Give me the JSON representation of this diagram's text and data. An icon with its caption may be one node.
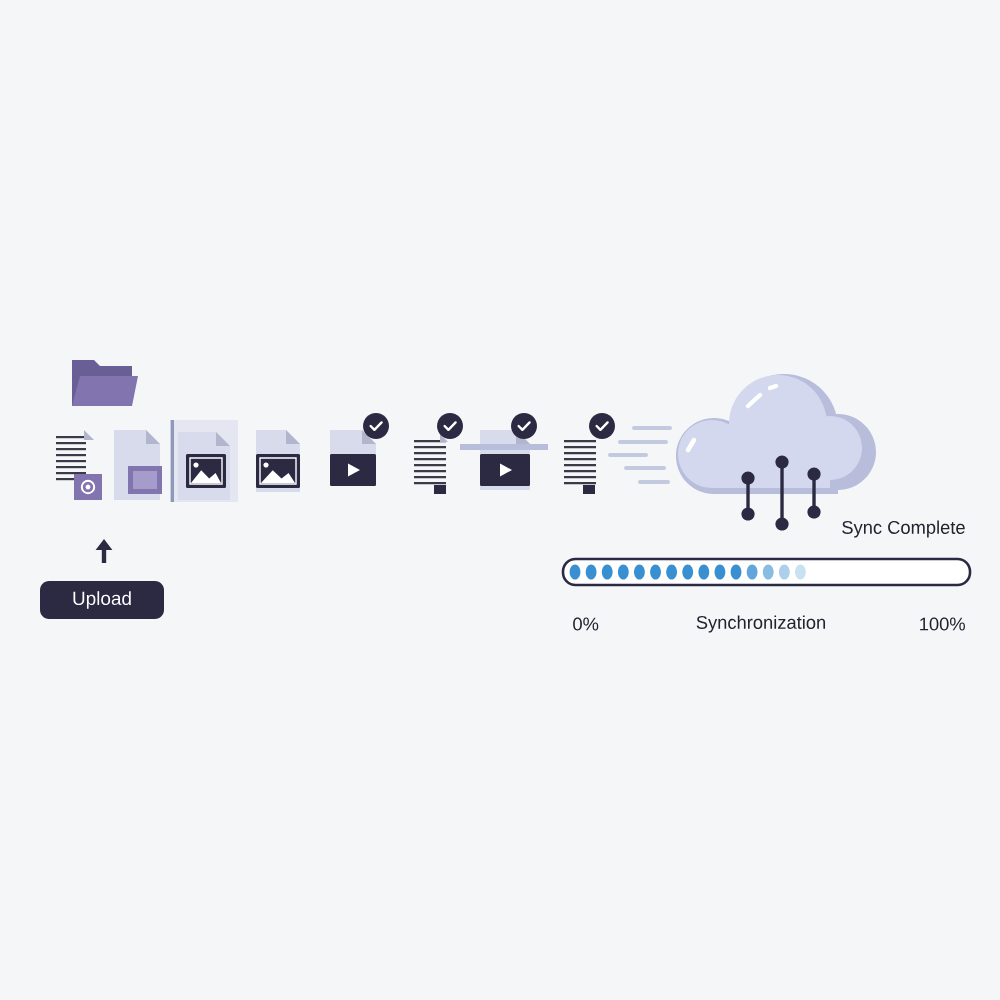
{
  "diagram": {
    "nodes": [
      {
        "text": [
          "Upload"
        ]
      }
    ],
    "labels": [
      "Sync Complete",
      "0%",
      "Synchronization",
      "100%"
    ]
  }
}
